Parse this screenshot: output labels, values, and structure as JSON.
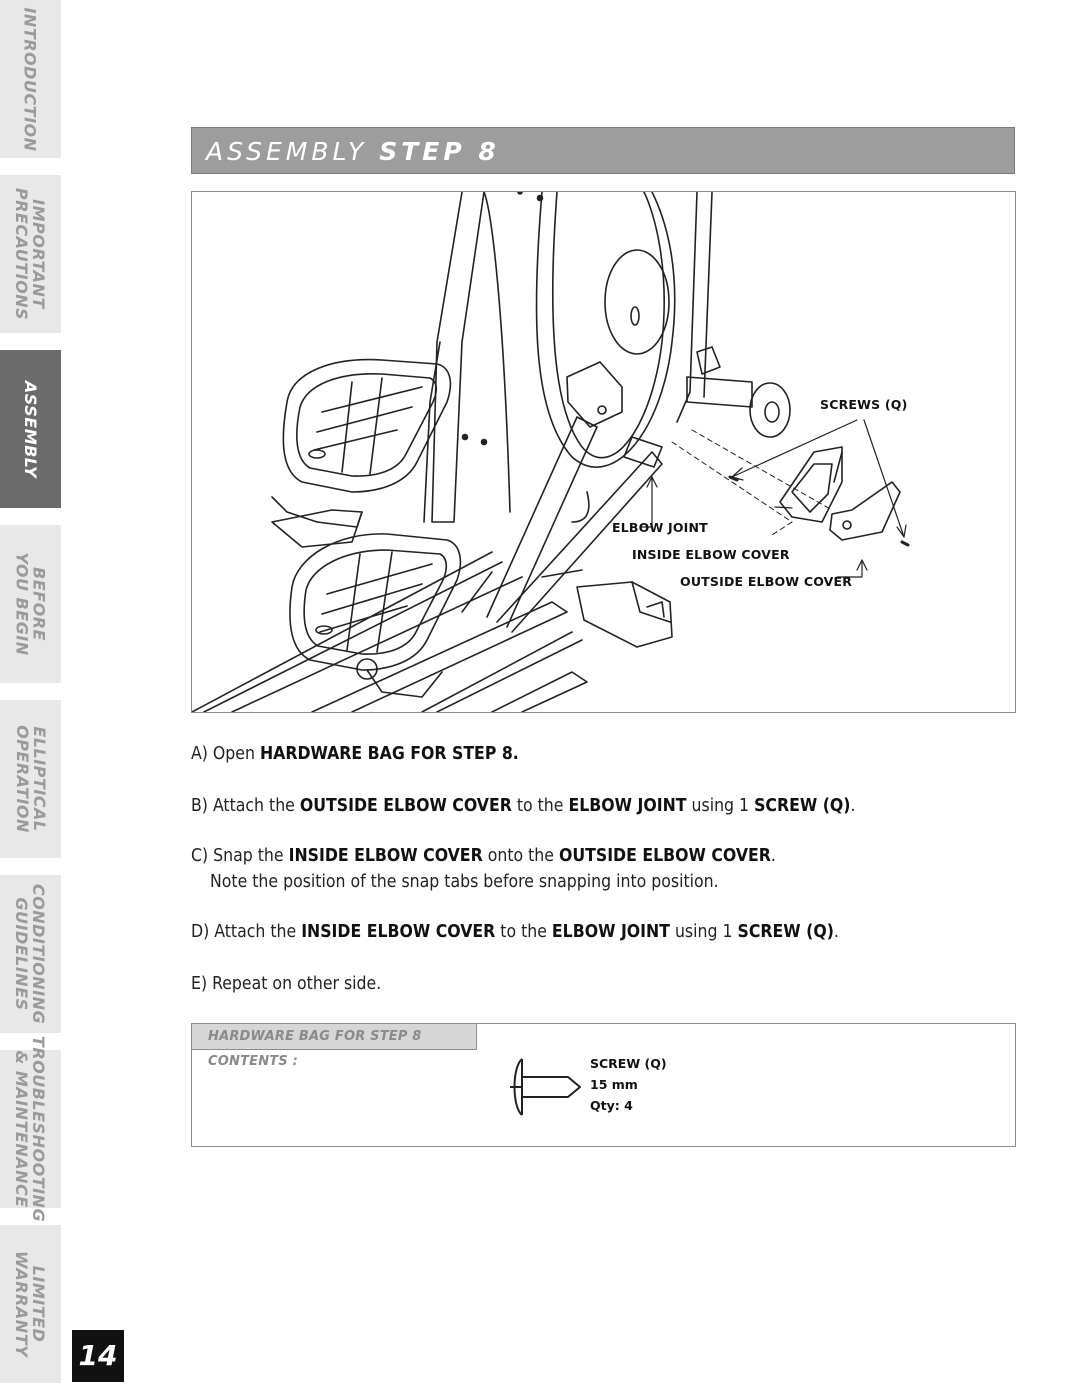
{
  "side_tabs": [
    {
      "line1": "INTRODUCTION",
      "line2": "",
      "active": false
    },
    {
      "line1": "IMPORTANT",
      "line2": "PRECAUTIONS",
      "active": false
    },
    {
      "line1": "ASSEMBLY",
      "line2": "",
      "active": true
    },
    {
      "line1": "BEFORE",
      "line2": "YOU BEGIN",
      "active": false
    },
    {
      "line1": "ELLIPTICAL",
      "line2": "OPERATION",
      "active": false
    },
    {
      "line1": "CONDITIONING",
      "line2": "GUIDELINES",
      "active": false
    },
    {
      "line1": "TROUBLESHOOTING",
      "line2": "& MAINTENANCE",
      "active": false
    },
    {
      "line1": "LIMITED",
      "line2": "WARRANTY",
      "active": false
    }
  ],
  "page_number": "14",
  "header": {
    "title_light": "ASSEMBLY",
    "title_bold": "STEP 8"
  },
  "figure": {
    "callouts": {
      "screws": "SCREWS (Q)",
      "elbow_joint": "ELBOW JOINT",
      "inside_elbow_cover": "INSIDE ELBOW COVER",
      "outside_elbow_cover": "OUTSIDE ELBOW COVER"
    }
  },
  "steps": {
    "a": {
      "p1": "A) Open ",
      "b1": "HARDWARE BAG FOR STEP 8."
    },
    "b": {
      "p1": "B) Attach the ",
      "b1": "OUTSIDE ELBOW COVER",
      "p2": " to the ",
      "b2": "ELBOW JOINT",
      "p3": " using 1 ",
      "b3": "SCREW (Q)",
      "p4": "."
    },
    "c": {
      "p1": "C) Snap the ",
      "b1": "INSIDE ELBOW COVER",
      "p2": " onto the ",
      "b2": "OUTSIDE ELBOW COVER",
      "p3": ".",
      "note": "Note the position of the snap tabs before snapping into position."
    },
    "d": {
      "p1": "D) Attach the ",
      "b1": "INSIDE ELBOW COVER",
      "p2": " to the ",
      "b2": "ELBOW JOINT",
      "p3": " using 1 ",
      "b3": "SCREW (Q)",
      "p4": "."
    },
    "e": {
      "p1": "E) Repeat on other side."
    }
  },
  "hardware": {
    "tag": "HARDWARE BAG FOR STEP 8 CONTENTS :",
    "item_name": "SCREW (Q)",
    "item_size": "15 mm",
    "item_qty": "Qty: 4"
  }
}
